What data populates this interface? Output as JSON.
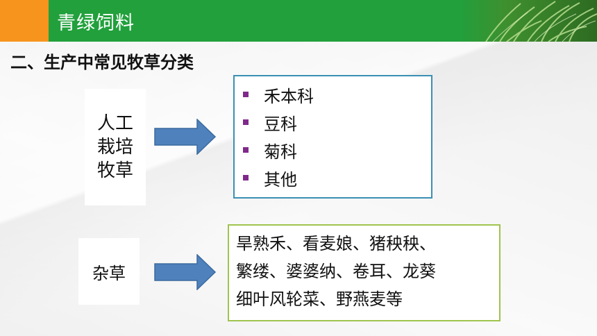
{
  "header": {
    "title": "青绿饲料"
  },
  "subtitle": "二、生产中常见牧草分类",
  "cultivated": {
    "label_lines": [
      "人工",
      "栽培",
      "牧草"
    ],
    "items": [
      "禾本科",
      "豆科",
      "菊科",
      "其他"
    ]
  },
  "weeds": {
    "label": "杂草",
    "lines": [
      "旱熟禾、看麦娘、猪秧秧、",
      "繁缕、婆婆纳、卷耳、龙葵",
      "细叶风轮菜、野燕麦等"
    ]
  },
  "colors": {
    "header_green": "#21a03c",
    "header_orange": "#f7941d",
    "arrow_blue": "#4f81bd",
    "list_border": "#3a8fb3",
    "weed_border": "#9fc44e",
    "bullet": "#7f2a8a"
  }
}
